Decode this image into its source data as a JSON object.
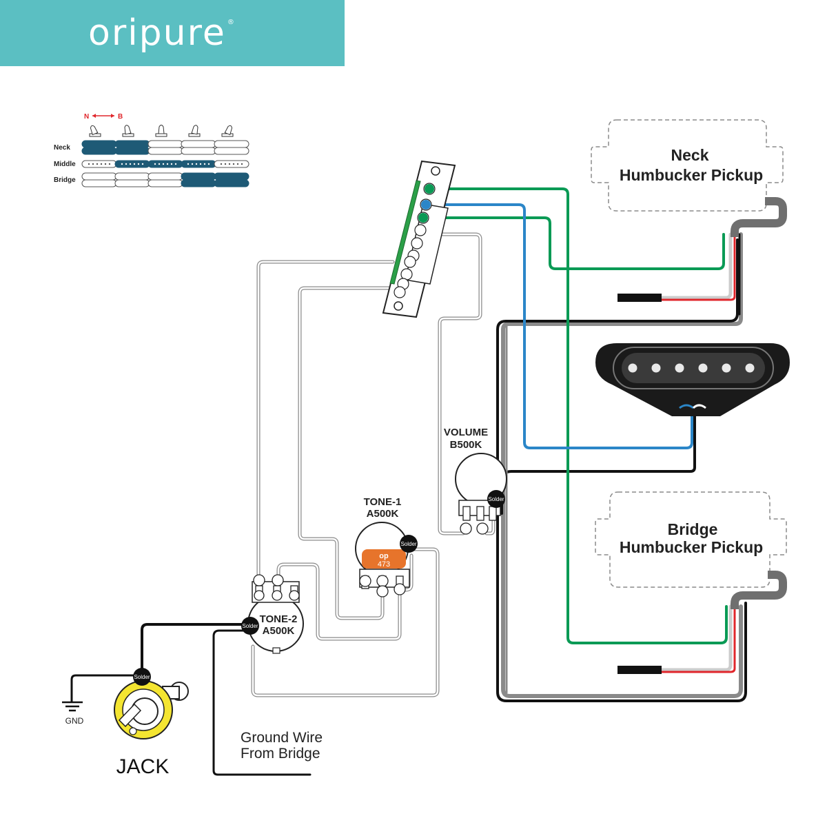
{
  "brand": {
    "name": "oripure",
    "mark": "®",
    "bar_color": "#5bbfc2"
  },
  "colors": {
    "green": "#0a9a55",
    "blue": "#2b86c8",
    "red": "#e0262b",
    "black": "#111111",
    "gray": "#8a8a8a",
    "teal": "#1e5a76",
    "orange": "#e7742b",
    "yellow": "#f4e531"
  },
  "switch_chart": {
    "direction_left": "N",
    "direction_right": "B",
    "rows": [
      "Neck",
      "Middle",
      "Bridge"
    ],
    "active": [
      [
        true,
        true,
        false,
        false,
        false
      ],
      [
        false,
        true,
        true,
        true,
        false
      ],
      [
        false,
        false,
        false,
        true,
        true
      ]
    ]
  },
  "pickups": {
    "neck": {
      "line1": "Neck",
      "line2": "Humbucker Pickup"
    },
    "bridge": {
      "line1": "Bridge",
      "line2": "Humbucker Pickup"
    }
  },
  "pots": {
    "volume": {
      "line1": "VOLUME",
      "line2": "B500K"
    },
    "tone1": {
      "line1": "TONE-1",
      "line2": "A500K"
    },
    "tone2": {
      "line1": "TONE-2",
      "line2": "A500K"
    }
  },
  "capacitor": {
    "logo": "op",
    "value": "473"
  },
  "solder_label": "Solder",
  "jack_label": "JACK",
  "gnd_label": "GND",
  "ground_wire": {
    "line1": "Ground Wire",
    "line2": "From Bridge"
  }
}
